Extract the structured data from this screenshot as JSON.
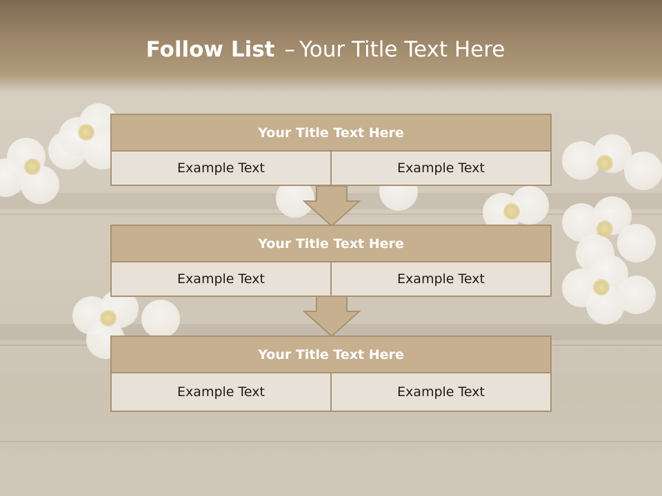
{
  "title": {
    "bold": "Follow List",
    "separator": "–",
    "rest": "Your Title Text Here"
  },
  "steps": [
    {
      "title": "Your Title Text Here",
      "cells": [
        "Example Text",
        "Example Text"
      ]
    },
    {
      "title": "Your Title Text Here",
      "cells": [
        "Example Text",
        "Example Text"
      ]
    },
    {
      "title": "Your Title Text Here",
      "cells": [
        "Example Text",
        "Example Text"
      ]
    }
  ],
  "colors": {
    "header": "#9c8568",
    "box_title_fill": "#c7b08f",
    "box_border": "#a89272",
    "cell_fill": "#e8e1d7",
    "arrow_fill": "#c7b08f"
  }
}
